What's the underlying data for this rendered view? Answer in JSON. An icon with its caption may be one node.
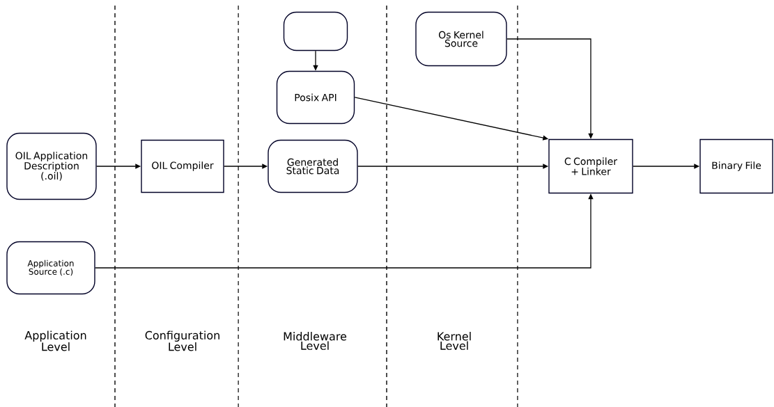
{
  "diagram": {
    "nodes": [
      {
        "text": [
          "OIL Application Description (.oil)"
        ]
      },
      {
        "text": [
          "OIL Compiler"
        ]
      },
      {
        "text": [
          "Generated Static Data"
        ]
      },
      {
        "text": [],
        "shape": "box"
      },
      {
        "text": [
          "Posix API"
        ]
      },
      {
        "text": [
          "Os Kernel Source"
        ]
      },
      {
        "text": [
          "C Compiler + Linker"
        ]
      },
      {
        "text": [
          "Binary File"
        ]
      },
      {
        "text": [
          "Application Source (.c)"
        ]
      }
    ],
    "edges": [
      {
        "from": 0,
        "to": 1,
        "arrow": "to"
      },
      {
        "from": 1,
        "to": 2,
        "arrow": "to"
      },
      {
        "from": 2,
        "to": 6,
        "arrow": "to"
      },
      {
        "from": 3,
        "to": 4,
        "arrow": "to"
      },
      {
        "from": 4,
        "to": 6,
        "arrow": "to"
      },
      {
        "from": 5,
        "to": 6,
        "arrow": "to"
      },
      {
        "from": 8,
        "to": 6,
        "arrow": "to"
      },
      {
        "from": 6,
        "to": 7,
        "arrow": "to"
      }
    ],
    "labels": [
      "Application Level",
      "Configuration Level",
      "Middleware Level",
      "Kernel Level"
    ]
  }
}
